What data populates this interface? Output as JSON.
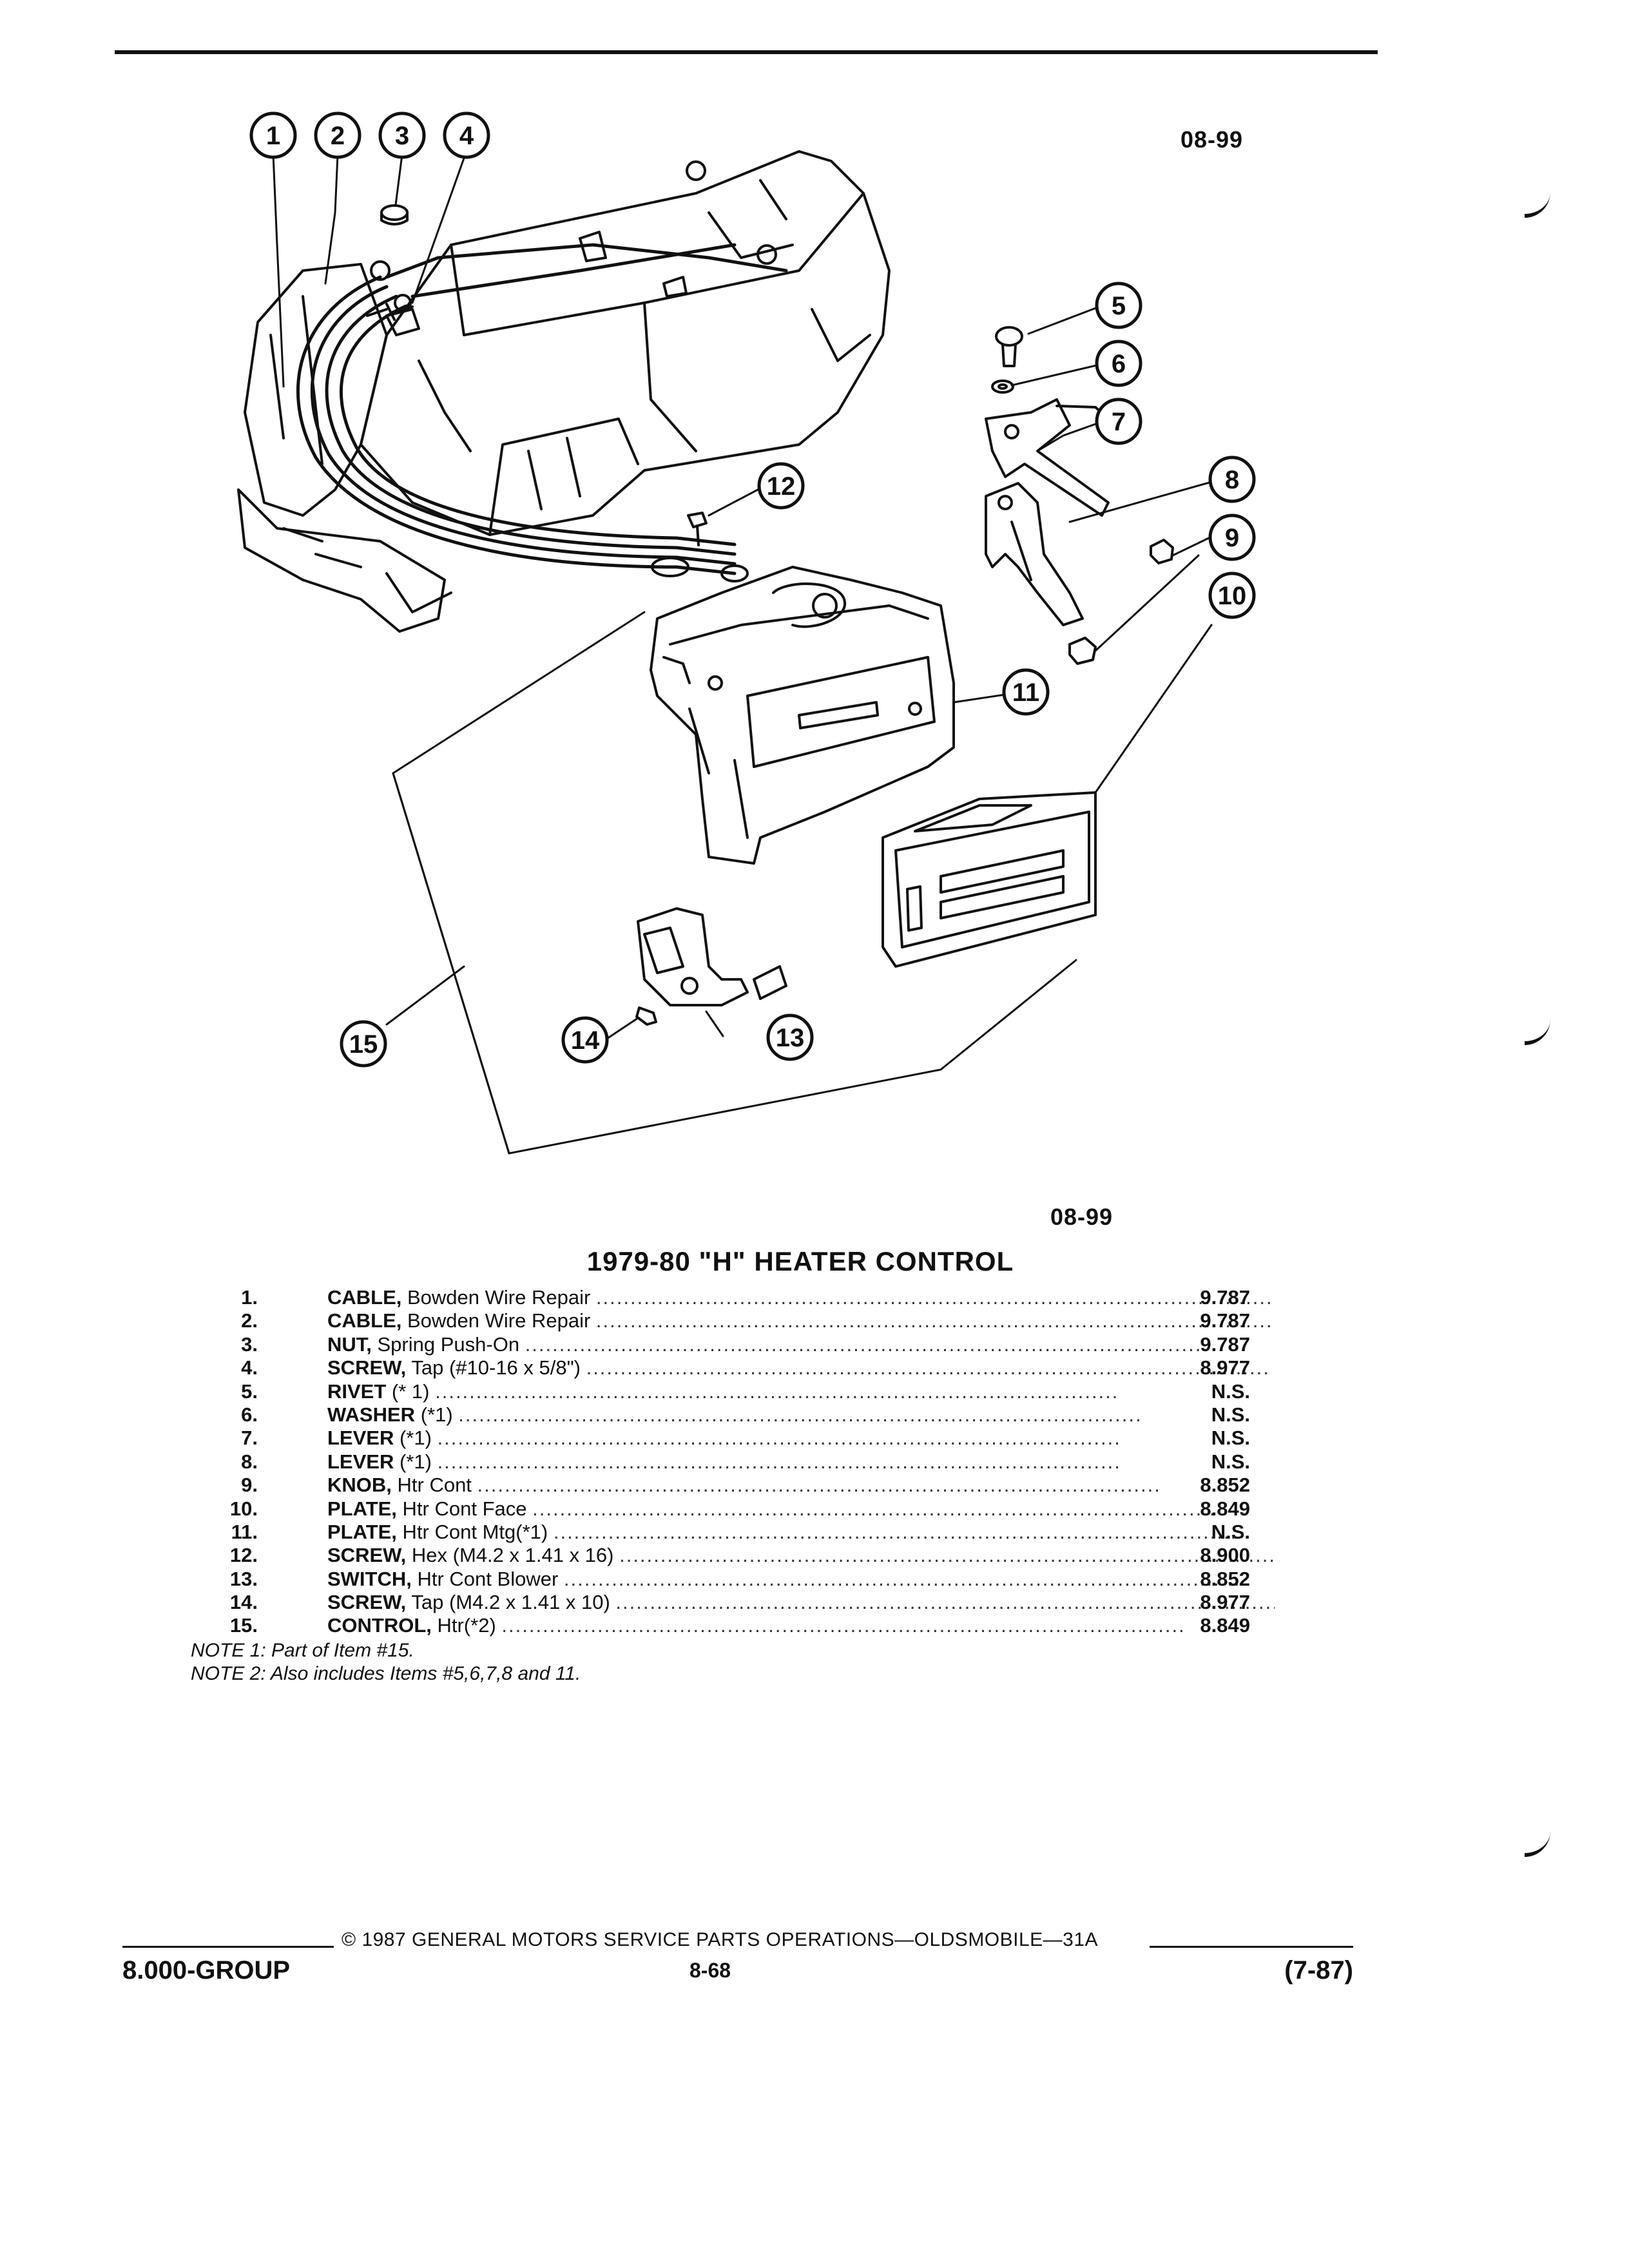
{
  "figure_code_top": "08-99",
  "figure_code_bottom": "08-99",
  "title": "1979-80 \"H\" HEATER CONTROL",
  "callouts": [
    "1",
    "2",
    "3",
    "4",
    "5",
    "6",
    "7",
    "8",
    "9",
    "10",
    "11",
    "12",
    "13",
    "14",
    "15"
  ],
  "parts": [
    {
      "num": "1.",
      "name": "CABLE,",
      "detail": " Bowden Wire Repair",
      "ref": "9.787"
    },
    {
      "num": "2.",
      "name": "CABLE,",
      "detail": " Bowden Wire Repair",
      "ref": "9.787"
    },
    {
      "num": "3.",
      "name": "NUT,",
      "detail": " Spring Push-On",
      "ref": "9.787"
    },
    {
      "num": "4.",
      "name": "SCREW,",
      "detail": " Tap (#10-16 x 5/8\")",
      "ref": "8.977"
    },
    {
      "num": "5.",
      "name": "RIVET",
      "detail": " (* 1)",
      "ref": "N.S."
    },
    {
      "num": "6.",
      "name": "WASHER",
      "detail": " (*1)",
      "ref": "N.S."
    },
    {
      "num": "7.",
      "name": "LEVER",
      "detail": " (*1)",
      "ref": "N.S."
    },
    {
      "num": "8.",
      "name": "LEVER",
      "detail": " (*1)",
      "ref": "N.S."
    },
    {
      "num": "9.",
      "name": "KNOB,",
      "detail": " Htr Cont",
      "ref": "8.852"
    },
    {
      "num": "10.",
      "name": "PLATE,",
      "detail": " Htr Cont Face",
      "ref": "8.849"
    },
    {
      "num": "11.",
      "name": "PLATE,",
      "detail": " Htr Cont Mtg(*1)",
      "ref": "N.S."
    },
    {
      "num": "12.",
      "name": "SCREW,",
      "detail": " Hex (M4.2 x 1.41 x 16)",
      "ref": "8.900"
    },
    {
      "num": "13.",
      "name": "SWITCH,",
      "detail": " Htr Cont Blower",
      "ref": "8.852"
    },
    {
      "num": "14.",
      "name": "SCREW,",
      "detail": " Tap (M4.2 x 1.41 x 10)",
      "ref": "8.977"
    },
    {
      "num": "15.",
      "name": "CONTROL,",
      "detail": " Htr(*2)",
      "ref": "8.849"
    }
  ],
  "notes": [
    "NOTE 1: Part of Item #15.",
    "NOTE 2: Also includes Items #5,6,7,8 and 11."
  ],
  "footer": {
    "copyright": "© 1987 GENERAL MOTORS SERVICE PARTS OPERATIONS—OLDSMOBILE—31A",
    "group": "8.000-GROUP",
    "page": "8-68",
    "revision": "(7-87)"
  }
}
